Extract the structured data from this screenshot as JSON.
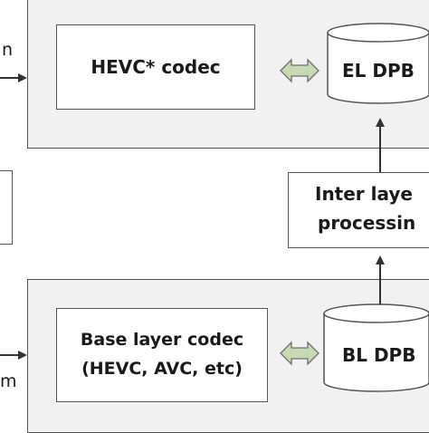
{
  "enhancement": {
    "codec_label": "HEVC* codec",
    "dpb_label": "EL DPB",
    "left_input_partial": "n"
  },
  "inter_layer": {
    "line1": "Inter laye",
    "line2": "processin"
  },
  "base": {
    "codec_line1": "Base layer codec",
    "codec_line2": "(HEVC, AVC, etc)",
    "dpb_label": "BL DPB",
    "left_input_partial": "m"
  },
  "colors": {
    "outer_fill": "#f1f1f1",
    "border": "#555555",
    "arrow": "#333333",
    "bidir_arrow_fill": "#c8d9b4",
    "bidir_arrow_stroke": "#6f6f6f"
  }
}
